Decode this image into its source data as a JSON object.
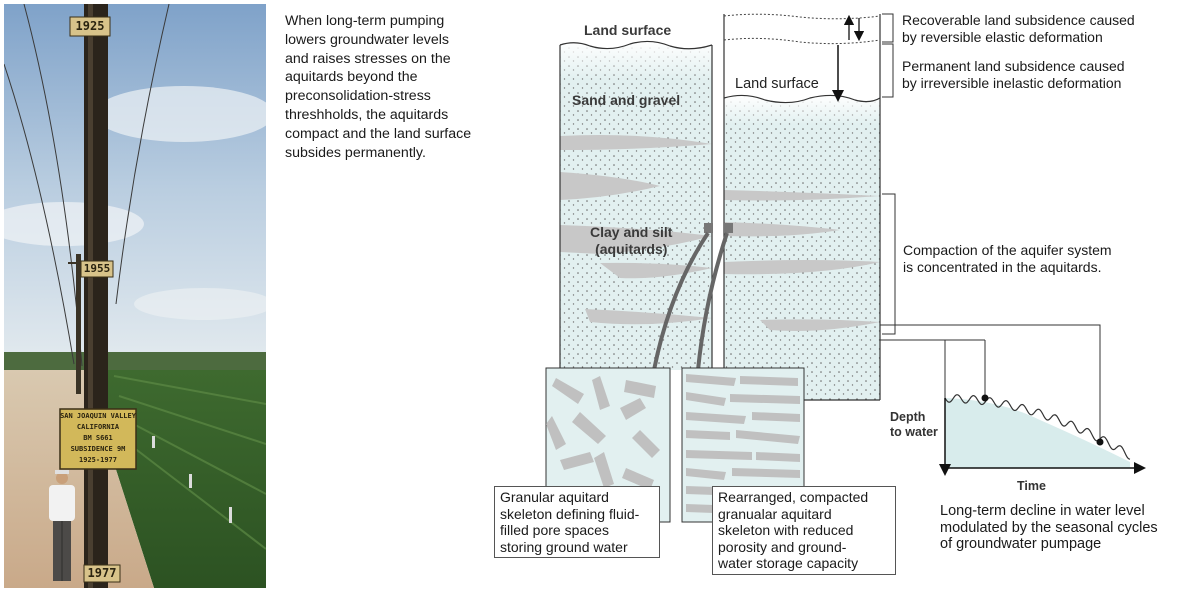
{
  "photo": {
    "pole_markers": [
      "1925",
      "1955",
      "1977"
    ],
    "sign_lines": [
      "SAN JOAQUIN VALLEY",
      "CALIFORNIA",
      "BM S661",
      "SUBSIDENCE 9M",
      "1925-1977"
    ]
  },
  "intro_text": "When long-term pumping\nlowers groundwater levels\nand raises stresses on the\naquitards beyond the\npreconsolidation-stress\nthreshholds, the aquitards\ncompact and the land surface\nsubsides permanently.",
  "diagram": {
    "land_surface_left": "Land surface",
    "land_surface_right": "Land surface",
    "sand_gravel": "Sand and gravel",
    "clay_silt": "Clay and silt\n(aquitards)",
    "recoverable_caption": "Recoverable land subsidence caused\nby reversible elastic deformation",
    "permanent_caption": "Permanent land subsidence caused\nby irreversible inelastic deformation",
    "compaction_caption": "Compaction of the aquifer system\nis concentrated in the aquitards.",
    "granular_caption": "Granular aquitard\nskeleton defining fluid-\nfilled pore spaces\nstoring ground water",
    "rearranged_caption": "Rearranged, compacted\ngranualar aquitard\nskeleton with reduced\nporosity and ground-\nwater storage capacity",
    "depth_label": "Depth\nto water",
    "time_label": "Time",
    "decline_caption": "Long-term decline in water level\nmodulated by the seasonal cycles\nof groundwater pumpage"
  },
  "colors": {
    "aquifer_fill": "#e2f0f0",
    "aquitard_fill": "#c8c8c8",
    "line": "#333333"
  }
}
